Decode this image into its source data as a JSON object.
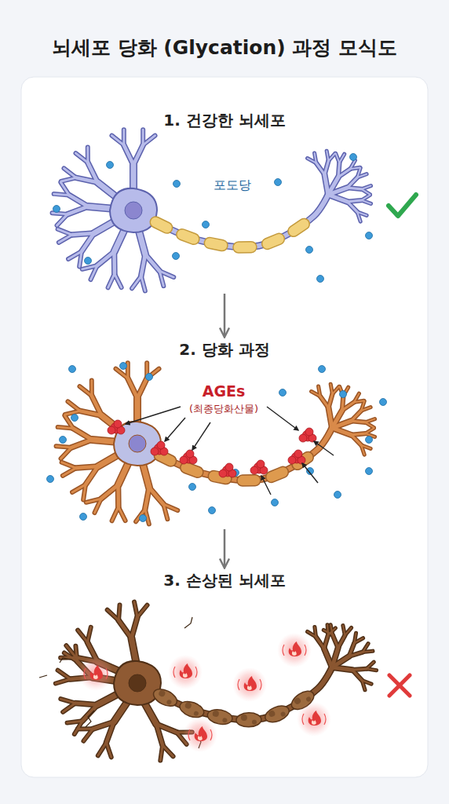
{
  "diagram": {
    "title": "뇌세포 당화 (Glycation) 과정 모식도",
    "nodes": [
      {
        "text": [
          "1. 건강한 뇌세포"
        ]
      },
      {
        "text": [
          "2. 당화 과정"
        ]
      },
      {
        "text": [
          "3. 손상된 뇌세포"
        ]
      }
    ],
    "edges": [
      {
        "from": 0,
        "to": 1,
        "arrow": "to"
      },
      {
        "from": 1,
        "to": 2,
        "arrow": "to"
      }
    ],
    "labels": [
      "포도당",
      "AGEs",
      "(최종당화산물)"
    ]
  }
}
